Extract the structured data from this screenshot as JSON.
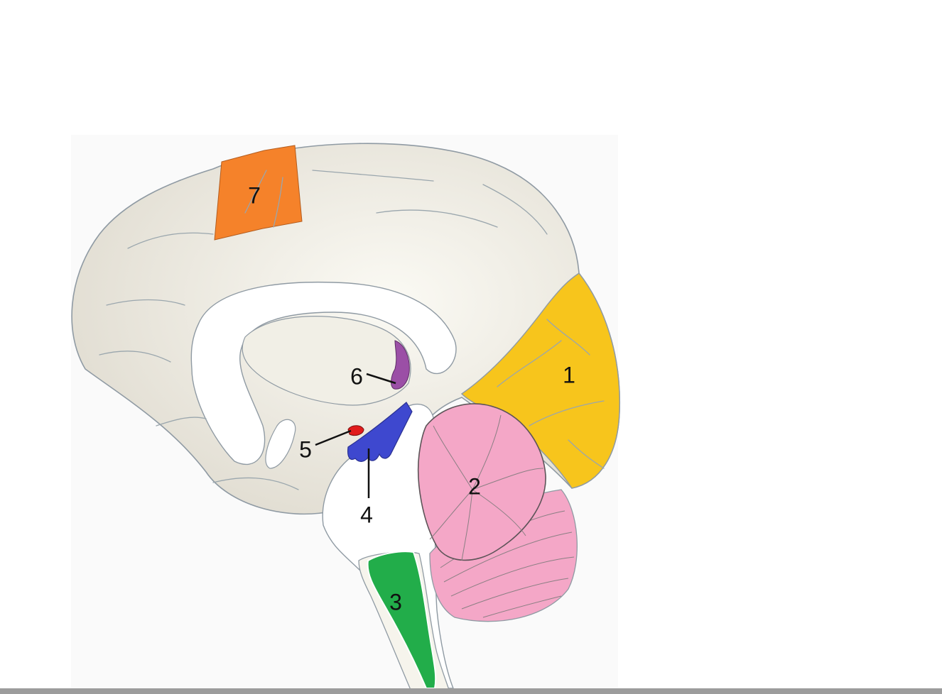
{
  "colors": {
    "background": "#ffffff",
    "cortex": "#e4e0d5",
    "cortex_inner": "#f3f1e8",
    "outline": "#8f9aa3",
    "region_1": "#f7c51c",
    "region_2": "#f4a7c7",
    "region_3": "#22ad4a",
    "region_4": "#3e48cf",
    "region_5": "#e11b1b",
    "region_6": "#9b4fa6",
    "region_7": "#f5822a",
    "label": "#111111",
    "bottom_bar": "#9c9c9c"
  },
  "labels": {
    "region_1": "1",
    "region_2": "2",
    "region_3": "3",
    "region_4": "4",
    "region_5": "5",
    "region_6": "6",
    "region_7": "7"
  }
}
